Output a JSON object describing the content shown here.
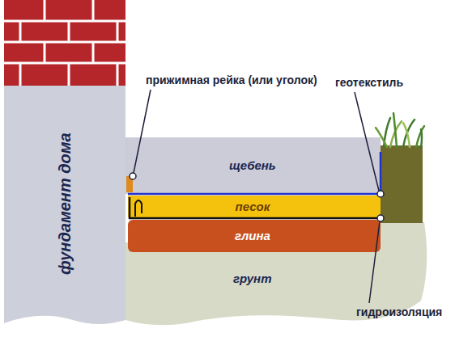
{
  "diagram": {
    "nodes": [
      {
        "text": [
          "фундамент дома"
        ]
      },
      {
        "text": [
          "щебень"
        ]
      },
      {
        "text": [
          "песок"
        ]
      },
      {
        "text": [
          "глина"
        ]
      },
      {
        "text": [
          "грунт"
        ]
      }
    ],
    "labels": [
      "прижимная рейка (или уголок)",
      "геотекстиль",
      "гидроизоляция"
    ]
  }
}
